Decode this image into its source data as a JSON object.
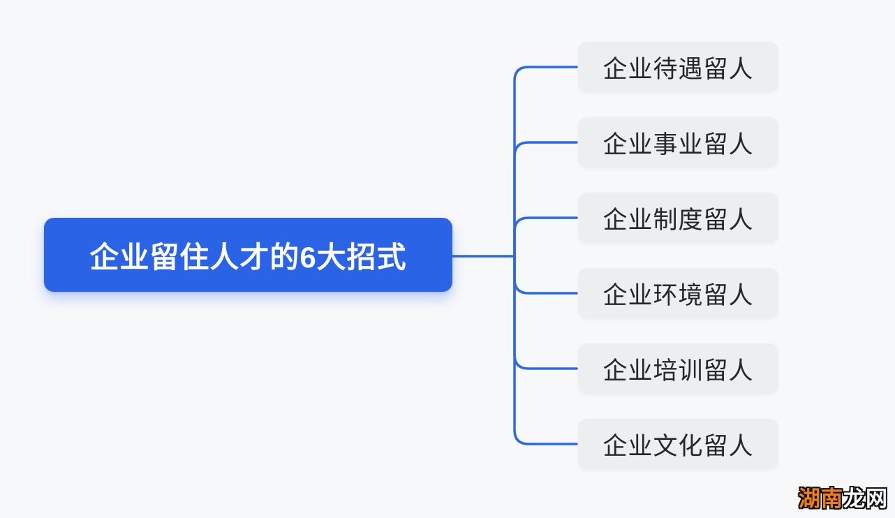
{
  "diagram": {
    "type": "mindmap",
    "root": {
      "label": "企业留住人才的6大招式"
    },
    "children": [
      {
        "label": "企业待遇留人"
      },
      {
        "label": "企业事业留人"
      },
      {
        "label": "企业制度留人"
      },
      {
        "label": "企业环境留人"
      },
      {
        "label": "企业培训留人"
      },
      {
        "label": "企业文化留人"
      }
    ]
  },
  "watermark": {
    "part_orange": "湖南",
    "part_white": "龙网"
  },
  "colors": {
    "root_fill": "#2b63e6",
    "root_text": "#ffffff",
    "child_fill": "#eceef0",
    "child_text": "#24262a",
    "connector": "#2d6ae0",
    "background": "#f7f8fa",
    "watermark_orange": "#f08019",
    "watermark_white": "#ffffff"
  }
}
